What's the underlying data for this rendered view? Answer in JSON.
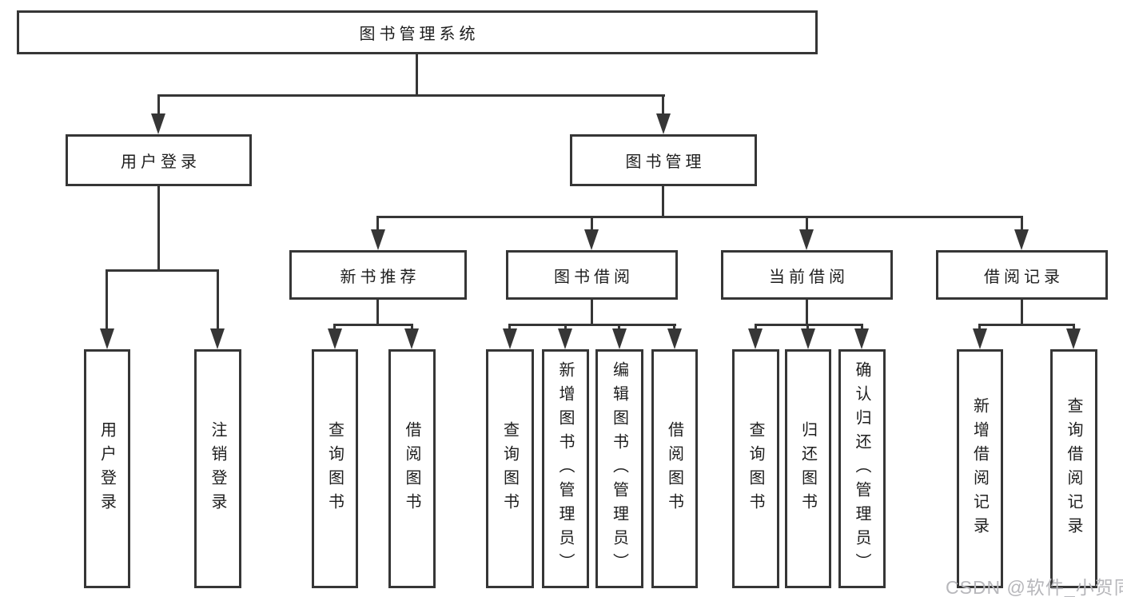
{
  "diagram": {
    "tree": {
      "label": "图书管理系统",
      "children": [
        {
          "label": "用户登录",
          "children": [
            {
              "label": "用户登录"
            },
            {
              "label": "注销登录"
            }
          ]
        },
        {
          "label": "图书管理",
          "children": [
            {
              "label": "新书推荐",
              "children": [
                {
                  "label": "查询图书"
                },
                {
                  "label": "借阅图书"
                }
              ]
            },
            {
              "label": "图书借阅",
              "children": [
                {
                  "label": "查询图书"
                },
                {
                  "label": "新增图书（管理员）"
                },
                {
                  "label": "编辑图书（管理员）"
                },
                {
                  "label": "借阅图书"
                }
              ]
            },
            {
              "label": "当前借阅",
              "children": [
                {
                  "label": "查询图书"
                },
                {
                  "label": "归还图书"
                },
                {
                  "label": "确认归还（管理员）"
                }
              ]
            },
            {
              "label": "借阅记录",
              "children": [
                {
                  "label": "新增借阅记录"
                },
                {
                  "label": "查询借阅记录"
                }
              ]
            }
          ]
        }
      ]
    }
  },
  "watermark": {
    "text": "CSDN @软件_小贺同学"
  },
  "colors": {
    "line": "#363636",
    "text": "#1e1e1e",
    "background": "#ffffff",
    "watermark": "#b7b7bb"
  }
}
